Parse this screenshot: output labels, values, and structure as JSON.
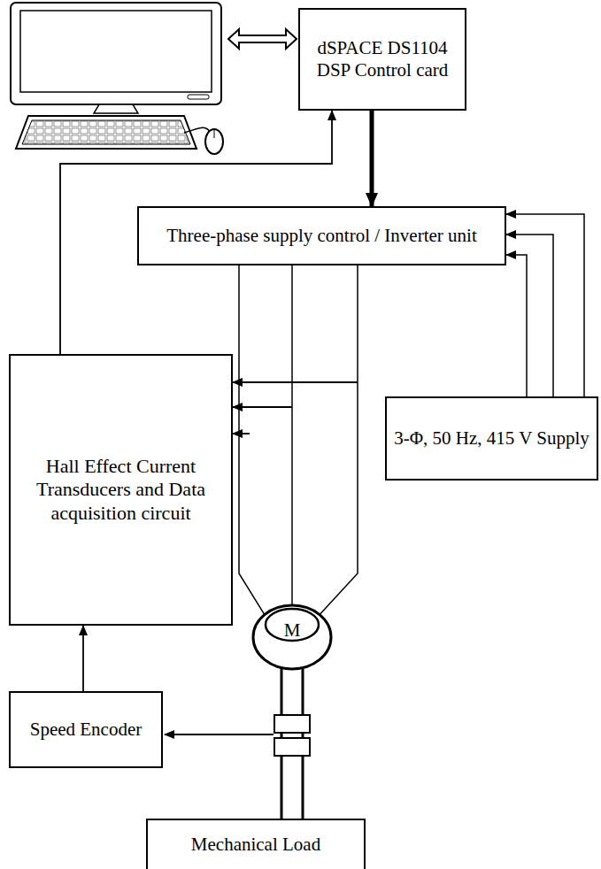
{
  "diagram": {
    "nodes": [
      {
        "text": [
          "dSPACE DS1104 DSP Control card"
        ]
      },
      {
        "text": [
          "Three-phase supply control / Inverter unit"
        ]
      },
      {
        "text": [
          "Hall Effect Current Transducers and Data acquisition circuit"
        ]
      },
      {
        "text": [
          "3-Φ, 50 Hz, 415 V Supply"
        ]
      },
      {
        "text": [
          "M"
        ]
      },
      {
        "text": [
          "Speed Encoder"
        ]
      },
      {
        "text": [
          "Mechanical Load"
        ]
      }
    ],
    "edges": [
      {
        "from": 0,
        "to": 1,
        "arrow": "to"
      },
      {
        "from": 2,
        "to": 0,
        "arrow": "to"
      },
      {
        "from": 3,
        "to": 1,
        "arrow": "to"
      },
      {
        "from": 3,
        "to": 1,
        "arrow": "to"
      },
      {
        "from": 3,
        "to": 1,
        "arrow": "to"
      },
      {
        "from": 1,
        "to": 4,
        "arrow": "none"
      },
      {
        "from": 1,
        "to": 4,
        "arrow": "none"
      },
      {
        "from": 1,
        "to": 4,
        "arrow": "none"
      },
      {
        "from": 5,
        "to": 2,
        "arrow": "to"
      },
      {
        "from": 4,
        "to": 6,
        "arrow": "none"
      }
    ]
  }
}
